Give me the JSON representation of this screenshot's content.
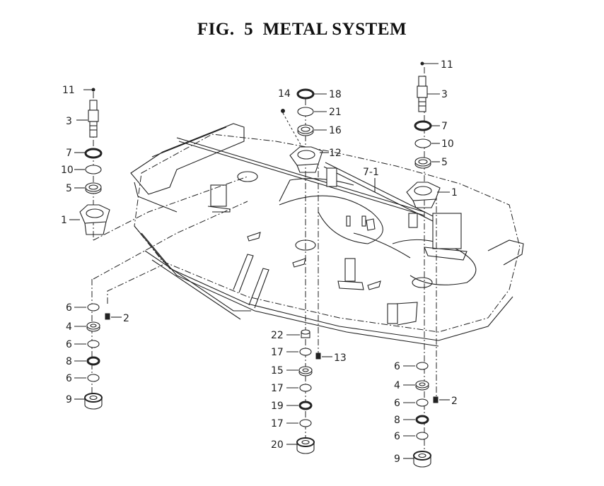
{
  "title": "FIG.  5  METAL SYSTEM",
  "figure_number": "5",
  "assembly_name": "METAL SYSTEM",
  "stacks": {
    "left_spindle_top": [
      {
        "num": "11",
        "part": "pin"
      },
      {
        "num": "3",
        "part": "spindle-shaft"
      },
      {
        "num": "7",
        "part": "seal"
      },
      {
        "num": "10",
        "part": "snap-ring"
      },
      {
        "num": "5",
        "part": "bearing"
      },
      {
        "num": "1",
        "part": "spindle-housing"
      }
    ],
    "center_spindle_top": [
      {
        "num": "14",
        "part": "grease-fitting"
      },
      {
        "num": "18",
        "part": "seal"
      },
      {
        "num": "21",
        "part": "snap-ring"
      },
      {
        "num": "16",
        "part": "bearing"
      },
      {
        "num": "12",
        "part": "spindle-housing"
      }
    ],
    "right_spindle_top": [
      {
        "num": "11",
        "part": "pin"
      },
      {
        "num": "3",
        "part": "spindle-shaft"
      },
      {
        "num": "7",
        "part": "seal"
      },
      {
        "num": "10",
        "part": "snap-ring"
      },
      {
        "num": "5",
        "part": "bearing"
      },
      {
        "num": "1",
        "part": "spindle-housing"
      }
    ],
    "left_spindle_bottom": [
      {
        "num": "6",
        "part": "snap-ring"
      },
      {
        "num": "2",
        "part": "bolt"
      },
      {
        "num": "4",
        "part": "bearing"
      },
      {
        "num": "6",
        "part": "snap-ring"
      },
      {
        "num": "8",
        "part": "seal"
      },
      {
        "num": "6",
        "part": "snap-ring"
      },
      {
        "num": "9",
        "part": "pulley-bearing"
      }
    ],
    "center_spindle_bottom": [
      {
        "num": "22",
        "part": "spacer"
      },
      {
        "num": "17",
        "part": "snap-ring"
      },
      {
        "num": "13",
        "part": "bolt"
      },
      {
        "num": "15",
        "part": "bearing"
      },
      {
        "num": "17",
        "part": "snap-ring"
      },
      {
        "num": "19",
        "part": "seal"
      },
      {
        "num": "17",
        "part": "snap-ring"
      },
      {
        "num": "20",
        "part": "pulley-bearing"
      }
    ],
    "right_spindle_bottom": [
      {
        "num": "6",
        "part": "snap-ring"
      },
      {
        "num": "4",
        "part": "bearing"
      },
      {
        "num": "6",
        "part": "snap-ring"
      },
      {
        "num": "2",
        "part": "bolt"
      },
      {
        "num": "8",
        "part": "seal"
      },
      {
        "num": "6",
        "part": "snap-ring"
      },
      {
        "num": "9",
        "part": "pulley-bearing"
      }
    ]
  },
  "deck_label": "7-1"
}
